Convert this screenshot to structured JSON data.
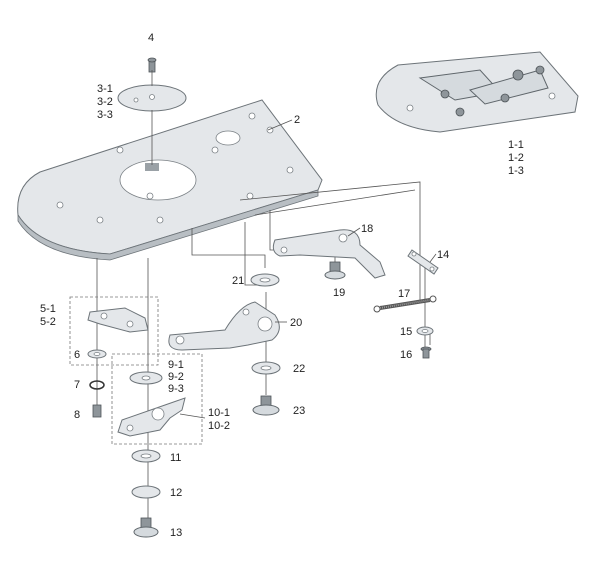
{
  "labels": {
    "p4": "4",
    "p3_1": "3-1",
    "p3_2": "3-2",
    "p3_3": "3-3",
    "p2": "2",
    "p1_1": "1-1",
    "p1_2": "1-2",
    "p1_3": "1-3",
    "p18": "18",
    "p14": "14",
    "p21": "21",
    "p19": "19",
    "p17": "17",
    "p5_1": "5-1",
    "p5_2": "5-2",
    "p6": "6",
    "p7": "7",
    "p8": "8",
    "p20": "20",
    "p15": "15",
    "p16": "16",
    "p9_1": "9-1",
    "p9_2": "9-2",
    "p9_3": "9-3",
    "p22": "22",
    "p10_1": "10-1",
    "p10_2": "10-2",
    "p23": "23",
    "p11": "11",
    "p12": "12",
    "p13": "13"
  }
}
